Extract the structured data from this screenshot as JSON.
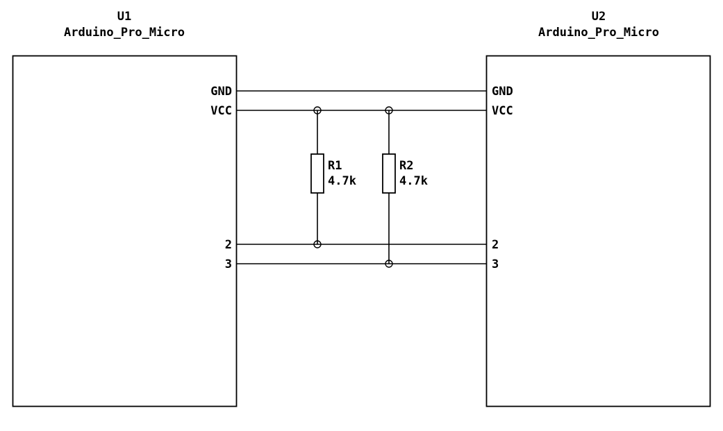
{
  "schematic": {
    "colors": {
      "line": "#000000",
      "background": "#ffffff"
    },
    "components": [
      {
        "ref": "U1",
        "value": "Arduino_Pro_Micro",
        "pins": [
          "GND",
          "VCC",
          "2",
          "3"
        ]
      },
      {
        "ref": "U2",
        "value": "Arduino_Pro_Micro",
        "pins": [
          "GND",
          "VCC",
          "2",
          "3"
        ]
      }
    ],
    "resistors": [
      {
        "ref": "R1",
        "value": "4.7k"
      },
      {
        "ref": "R2",
        "value": "4.7k"
      }
    ],
    "nets": [
      "GND",
      "VCC",
      "2",
      "3"
    ]
  }
}
